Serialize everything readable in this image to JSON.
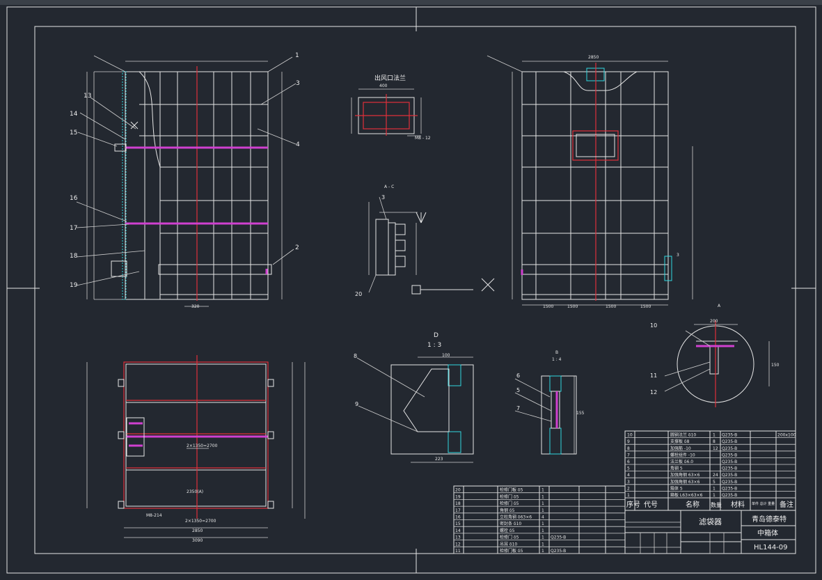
{
  "colors": {
    "background": "#232830",
    "line": "#e6e6e6",
    "center_line": "#e0303a",
    "highlight": "#d040d0",
    "cyan": "#30d8e0"
  },
  "views": {
    "section_flange": "出风口法兰",
    "section_ac": "A - C",
    "detail_d_title": "D",
    "detail_d_scale": "1 : 3",
    "detail_b_title": "B",
    "detail_b_scale": "1 : 4",
    "detail_a_title": "A"
  },
  "dims": {
    "flange_w": "400",
    "flange_bottom": "M8 - 12",
    "bottom_length": "2×1350=2700",
    "bottom_len2": "2850",
    "bottom_len3": "3090",
    "bottom_inner": "2350(A)",
    "bottom_mid": "2×1350=2700",
    "bottom_left_note": "M8-214",
    "left_bottom": "320",
    "right_top": "2850",
    "right_bottom": [
      "1500",
      "1500",
      "1500",
      "1500"
    ],
    "detail_d_w": "223",
    "detail_d_top": "100",
    "detail_a_w": "200",
    "detail_a_h": "150",
    "detail_b_h": "155"
  },
  "balloons": {
    "left_front": [
      "13",
      "14",
      "15",
      "16",
      "17",
      "18",
      "19"
    ],
    "left_right": [
      "1",
      "3",
      "4",
      "2"
    ],
    "section": [
      "3",
      "20"
    ],
    "detail_d": [
      "8",
      "9"
    ],
    "detail_b": [
      "6",
      "5",
      "7"
    ],
    "detail_a": [
      "10",
      "11",
      "12"
    ],
    "right_small": [
      "3"
    ]
  },
  "parts_upper": {
    "rows": [
      {
        "no": "10",
        "name": "圆钢法兰 δ10",
        "qty": "1",
        "mat": "Q235-B",
        "note": "200x100"
      },
      {
        "no": "9",
        "name": "支撑板 δ8",
        "qty": "8",
        "mat": "Q235-B",
        "note": ""
      },
      {
        "no": "8",
        "name": "加强筋 -10",
        "qty": "12",
        "mat": "Q235-B",
        "note": ""
      },
      {
        "no": "7",
        "name": "螺栓组件 -10",
        "qty": "",
        "mat": "Q235-B",
        "note": ""
      },
      {
        "no": "6",
        "name": "法兰板 δ6.0",
        "qty": "",
        "mat": "Q235-B",
        "note": ""
      },
      {
        "no": "5",
        "name": "角钢 5",
        "qty": "",
        "mat": "Q235-B",
        "note": ""
      },
      {
        "no": "4",
        "name": "加强角钢 63×6",
        "qty": "24",
        "mat": "Q235-B",
        "note": ""
      },
      {
        "no": "3",
        "name": "加强角钢 63×6",
        "qty": "5",
        "mat": "Q235-B",
        "note": ""
      },
      {
        "no": "2",
        "name": "箱体 5",
        "qty": "1",
        "mat": "Q235-B",
        "note": ""
      },
      {
        "no": "1",
        "name": "箱板 L63×63×6",
        "qty": "1",
        "mat": "Q235-B",
        "note": ""
      }
    ],
    "header": {
      "no": "序号",
      "code": "代号",
      "name": "名称",
      "qty": "数量",
      "mat": "材料",
      "weight": "单件 总计 重量",
      "note": "备注"
    }
  },
  "parts_lower": {
    "rows": [
      {
        "no": "20",
        "name": "检修门板 δ5",
        "qty": "1",
        "mat": ""
      },
      {
        "no": "19",
        "name": "检修门 δ5",
        "qty": "1",
        "mat": ""
      },
      {
        "no": "18",
        "name": "检修门 δ5",
        "qty": "1",
        "mat": ""
      },
      {
        "no": "17",
        "name": "角钢 δ5",
        "qty": "1",
        "mat": ""
      },
      {
        "no": "16",
        "name": "立柱角钢 δ63×6",
        "qty": "4",
        "mat": ""
      },
      {
        "no": "15",
        "name": "密封条 δ10",
        "qty": "1",
        "mat": ""
      },
      {
        "no": "14",
        "name": "螺栓 δ5",
        "qty": "1",
        "mat": ""
      },
      {
        "no": "13",
        "name": "检修门 δ5",
        "qty": "1",
        "mat": "Q235-B"
      },
      {
        "no": "12",
        "name": "吊耳 δ10",
        "qty": "1",
        "mat": ""
      },
      {
        "no": "11",
        "name": "检修门板 δ5",
        "qty": "1",
        "mat": "Q235-B"
      }
    ]
  },
  "title_block": {
    "part_name": "滤袋器",
    "company": "青岛德泰特",
    "assembly": "中箱体",
    "drawing_no": "HL144-09"
  }
}
